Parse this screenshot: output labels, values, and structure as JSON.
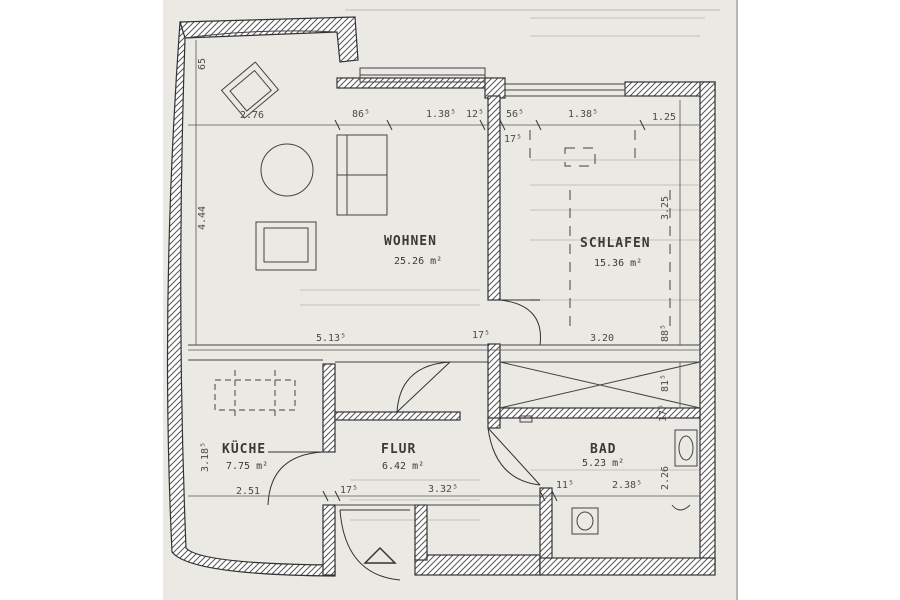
{
  "rooms": {
    "wohnen": {
      "name": "WOHNEN",
      "area": "25.26 m²"
    },
    "schlafen": {
      "name": "SCHLAFEN",
      "area": "15.36 m²"
    },
    "kueche": {
      "name": "KÜCHE",
      "area": "7.75 m²"
    },
    "flur": {
      "name": "FLUR",
      "area": "6.42 m²"
    },
    "bad": {
      "name": "BAD",
      "area": "5.23 m²"
    }
  },
  "dimensions": {
    "d_65": "65",
    "d_276": "2.76",
    "d_865": "86⁵",
    "d_1385a": "1.38⁵",
    "d_125a": "12⁵",
    "d_565": "56⁵",
    "d_1385b": "1.38⁵",
    "d_125b": "1.25",
    "d_175a": "17⁵",
    "d_444": "4.44",
    "d_325": "3.25",
    "d_5135": "5.13⁵",
    "d_175b": "17⁵",
    "d_320": "3.20",
    "d_885": "88⁵",
    "d_815": "81⁵",
    "d_3185": "3.18⁵",
    "d_175c": "17⁵",
    "d_251": "2.51",
    "d_175d": "17⁵",
    "d_3325": "3.32⁵",
    "d_115": "11⁵",
    "d_2385": "2.38⁵",
    "d_226": "2.26"
  }
}
